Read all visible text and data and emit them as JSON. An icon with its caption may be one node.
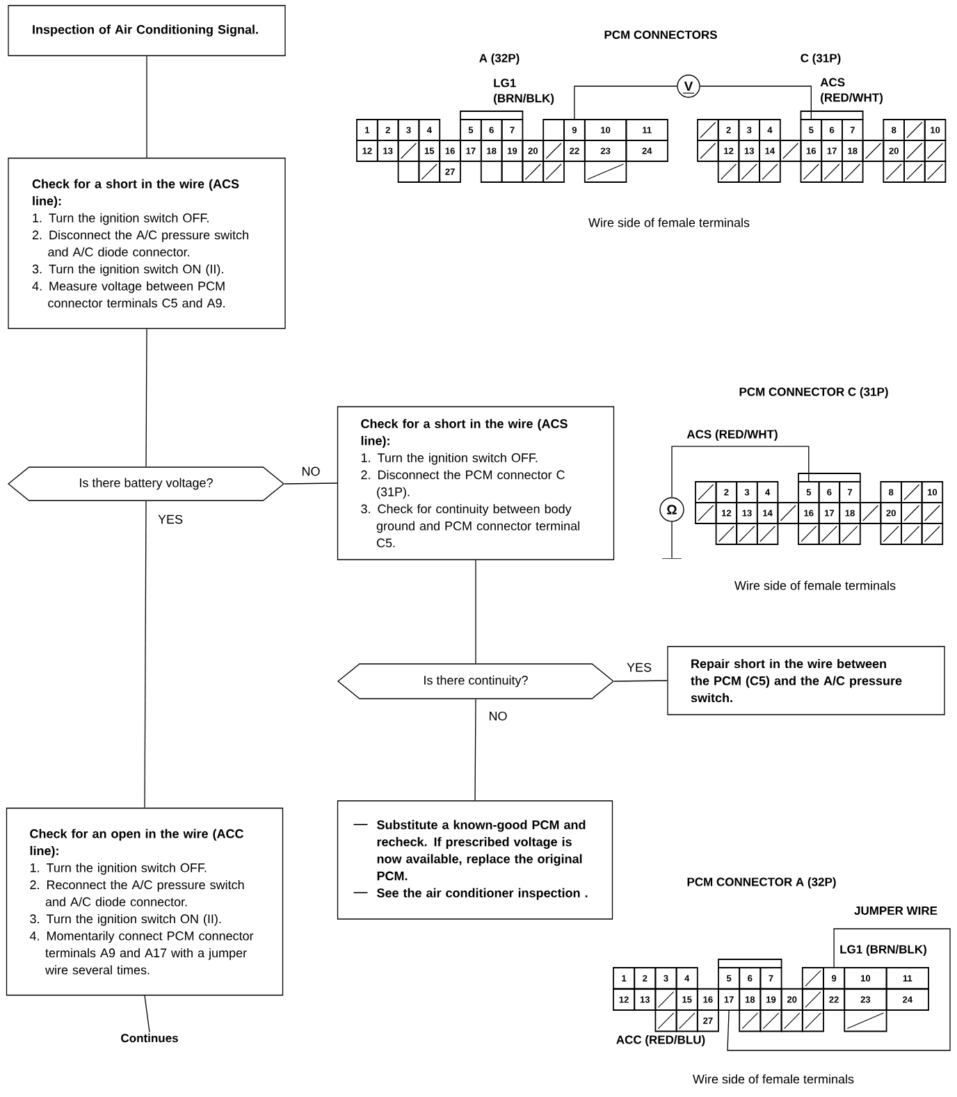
{
  "diagram": {
    "nodes": [
      {
        "text": [
          "Inspection of Air Conditioning Signal."
        ]
      },
      {
        "text": [
          "Check for a short in the wire (ACS line):",
          "1. Turn the ignition switch OFF.",
          "2. Disconnect the A/C pressure switch and A/C diode connector.",
          "3. Turn the ignition switch ON (II).",
          "4. Measure voltage between PCM connector terminals C5 and A9."
        ]
      },
      {
        "text": [
          "Is there battery voltage?"
        ]
      },
      {
        "text": [
          "Check for a short in the wire (ACS line):",
          "1. Turn the ignition switch OFF.",
          "2. Disconnect the PCM connector C (31P).",
          "3. Check for continuity between body ground and PCM connector terminal C5."
        ]
      },
      {
        "text": [
          "Is there continuity?"
        ]
      },
      {
        "text": [
          "Repair short in the wire between the PCM (C5) and the A/C pressure switch."
        ]
      },
      {
        "text": [
          "Substitute a known-good PCM and recheck. If prescribed voltage is now available, replace the original PCM.",
          "See the air conditioner inspection ."
        ]
      },
      {
        "text": [
          "Check for an open in the wire (ACC line):",
          "1. Turn the ignition switch OFF.",
          "2. Reconnect the A/C pressure switch and A/C diode connector.",
          "3. Turn the ignition switch ON (II).",
          "4. Momentarily connect PCM connector terminals A9 and A17 with a jumper wire several times."
        ]
      },
      {
        "text": [
          "Continues"
        ]
      },
      {
        "text": [
          "V"
        ]
      },
      {
        "text": [
          "9"
        ]
      },
      {
        "text": [
          "5"
        ]
      },
      {
        "text": [
          "Ω"
        ]
      },
      {
        "text": [
          "5"
        ]
      },
      {
        "text": [],
        "shape": "ground"
      },
      {
        "text": [
          "9"
        ]
      },
      {
        "text": [
          "17"
        ]
      }
    ],
    "edges": [
      {
        "from": 0,
        "to": 1,
        "arrow": "none"
      },
      {
        "from": 1,
        "to": 2,
        "arrow": "none"
      },
      {
        "from": 2,
        "to": 3,
        "arrow": "none",
        "label": "NO"
      },
      {
        "from": 2,
        "to": 7,
        "arrow": "none",
        "label": "YES"
      },
      {
        "from": 3,
        "to": 4,
        "arrow": "none"
      },
      {
        "from": 4,
        "to": 5,
        "arrow": "none",
        "label": "YES"
      },
      {
        "from": 4,
        "to": 6,
        "arrow": "none",
        "label": "NO"
      },
      {
        "from": 7,
        "to": 8,
        "arrow": "none"
      },
      {
        "from": 10,
        "to": 9,
        "arrow": "none"
      },
      {
        "from": 9,
        "to": 11,
        "arrow": "none"
      },
      {
        "from": 12,
        "to": 13,
        "arrow": "none"
      },
      {
        "from": 12,
        "to": 14,
        "arrow": "none"
      },
      {
        "from": 15,
        "to": 16,
        "arrow": "none"
      }
    ],
    "labels": [
      "PCM CONNECTORS",
      "A (32P)",
      "C (31P)",
      "LG1 (BRN/BLK)",
      "ACS (RED/WHT)",
      "1",
      "2",
      "3",
      "4",
      "5",
      "6",
      "7",
      "10",
      "11",
      "12",
      "13",
      "15",
      "16",
      "17",
      "18",
      "19",
      "20",
      "22",
      "23",
      "24",
      "27",
      "2",
      "3",
      "4",
      "6",
      "7",
      "8",
      "10",
      "12",
      "13",
      "14",
      "16",
      "17",
      "18",
      "20",
      "Wire side of female terminals",
      "PCM CONNECTOR C (31P)",
      "ACS (RED/WHT)",
      "2",
      "3",
      "4",
      "6",
      "7",
      "8",
      "10",
      "12",
      "13",
      "14",
      "16",
      "17",
      "18",
      "20",
      "Wire side of female terminals",
      "PCM CONNECTOR A (32P)",
      "JUMPER WIRE",
      "LG1 (BRN/BLK)",
      "1",
      "2",
      "3",
      "4",
      "5",
      "6",
      "7",
      "10",
      "11",
      "12",
      "13",
      "15",
      "16",
      "18",
      "19",
      "20",
      "22",
      "23",
      "24",
      "27",
      "ACC (RED/BLU)",
      "Wire side of female terminals"
    ]
  }
}
